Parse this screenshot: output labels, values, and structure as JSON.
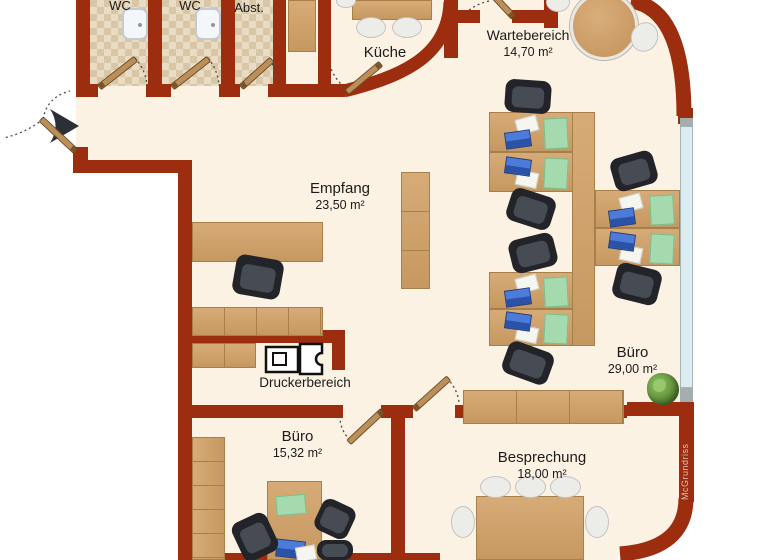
{
  "plan": {
    "watermark": "McGrundriss",
    "rooms": {
      "wc1": {
        "name": "WC"
      },
      "wc2": {
        "name": "WC"
      },
      "abst": {
        "name": "Abst."
      },
      "kueche": {
        "name": "Küche"
      },
      "wartebereich": {
        "name": "Wartebereich",
        "area": "14,70 m²"
      },
      "empfang": {
        "name": "Empfang",
        "area": "23,50 m²"
      },
      "buero_gross": {
        "name": "Büro",
        "area": "29,00 m²"
      },
      "druckerbereich": {
        "name": "Druckerbereich"
      },
      "buero_klein": {
        "name": "Büro",
        "area": "15,32 m²"
      },
      "besprechung": {
        "name": "Besprechung",
        "area": "18,00 m²"
      }
    },
    "icons": {
      "printer": "printer-icon",
      "entrance": "entrance-arrow-icon"
    },
    "colors": {
      "wall": "#9c2d0e",
      "floor": "#fbf2e3",
      "wood": "#cfa171",
      "window": "#dcedf2",
      "desk_mat_green": "#a5d9ae",
      "laptop_blue": "#4d7bda",
      "chair_dark": "#33363c",
      "watermark_text": "#dcc0ae"
    }
  }
}
